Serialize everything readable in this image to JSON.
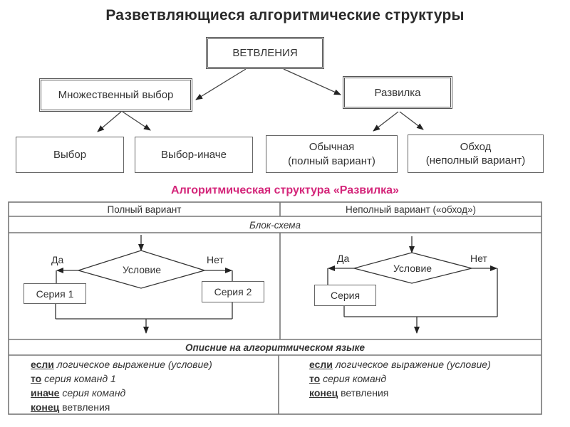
{
  "title": "Разветвляющиеся алгоритмические структуры",
  "tree": {
    "root": "ВЕТВЛЕНИЯ",
    "left": {
      "label": "Множественный выбор",
      "children": [
        "Выбор",
        "Выбор-иначе"
      ]
    },
    "right": {
      "label": "Развилка",
      "children": [
        {
          "line1": "Обычная",
          "line2": "(полный вариант)"
        },
        {
          "line1": "Обход",
          "line2": "(неполный вариант)"
        }
      ]
    }
  },
  "structure": {
    "title": "Алгоритмическая структура «Развилка»",
    "accent_color": "#d4267a",
    "columns": [
      "Полный вариант",
      "Неполный вариант («обход»)"
    ],
    "flowchart_header": "Блок-схема",
    "full": {
      "condition": "Условие",
      "yes": "Да",
      "no": "Нет",
      "series_yes": "Серия 1",
      "series_no": "Серия 2"
    },
    "partial": {
      "condition": "Условие",
      "yes": "Да",
      "no": "Нет",
      "series_yes": "Серия"
    },
    "description_header": "Опиcние на алгоритмическом языке",
    "full_code": [
      {
        "kw": "если",
        "text": "логическое выражение (условие)",
        "italic": true
      },
      {
        "kw": "то",
        "text": "серия команд 1",
        "italic": true
      },
      {
        "kw": "иначе",
        "text": "серия команд",
        "italic": true
      },
      {
        "kw": "конец",
        "text": "ветвления",
        "italic": false
      }
    ],
    "partial_code": [
      {
        "kw": "если",
        "text": "логическое выражение (условие)",
        "italic": true
      },
      {
        "kw": "то",
        "text": "серия команд",
        "italic": true
      },
      {
        "kw": "конец",
        "text": "ветвления",
        "italic": false
      }
    ]
  }
}
